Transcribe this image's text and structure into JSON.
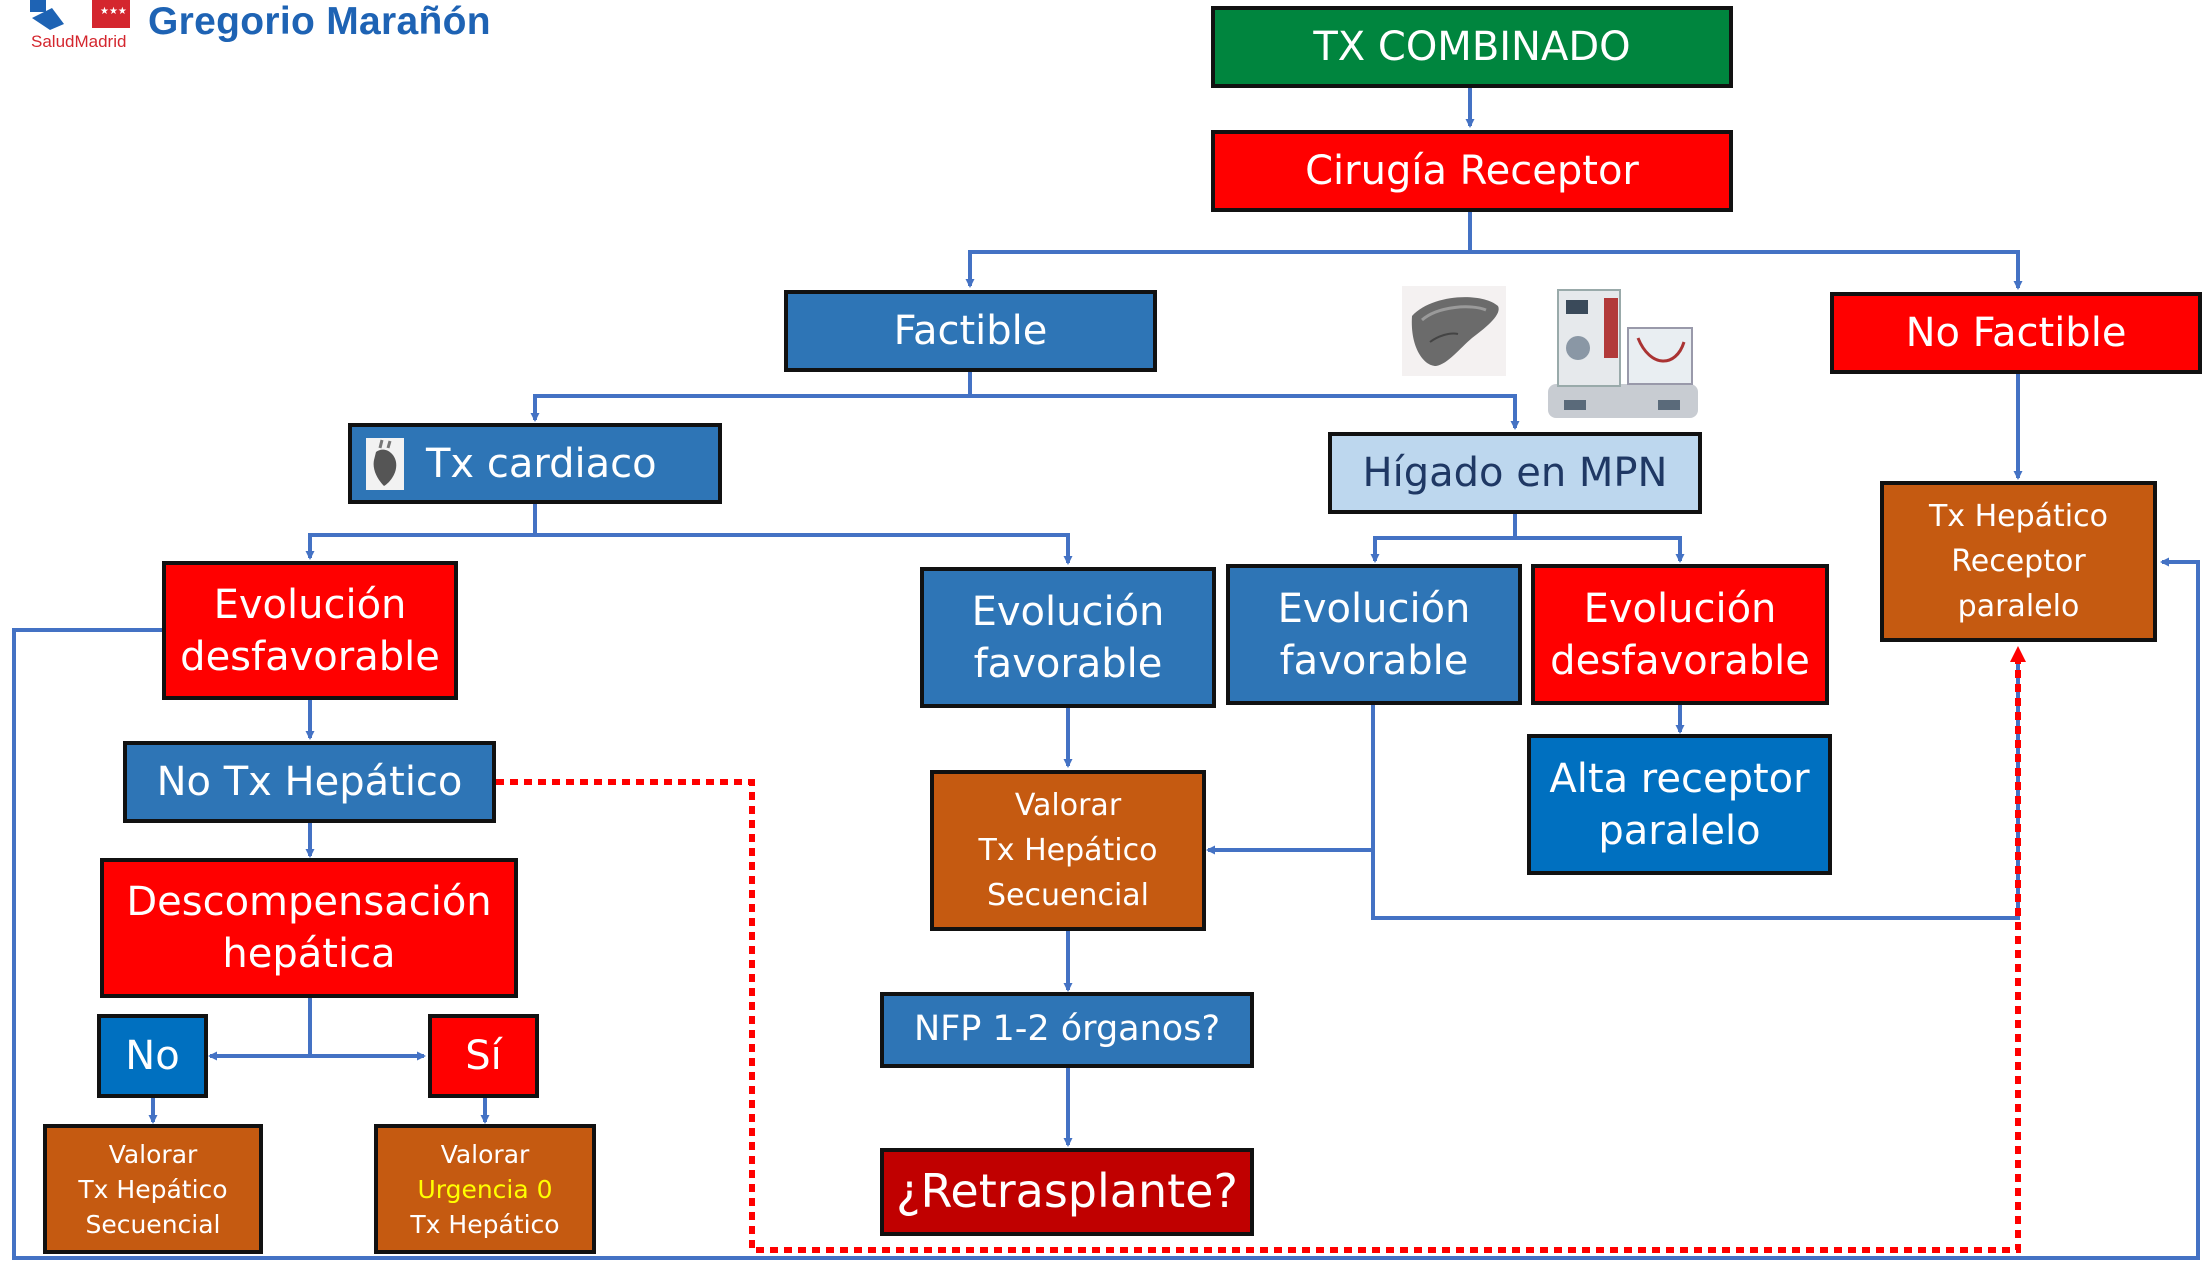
{
  "header": {
    "hospital_name": "Gregorio Marañón",
    "salud_label": "SaludMadrid"
  },
  "colors": {
    "green": "#00853e",
    "red": "#ff0000",
    "blue": "#2e75b6",
    "light_blue": "#bdd7ee",
    "bright_blue": "#0070c0",
    "orange": "#c55a11",
    "dark_red": "#c00000",
    "connector": "#4472c4",
    "dotted": "#ff0000",
    "highlight_text": "#ffff00"
  },
  "nodes": {
    "tx_combinado": "TX COMBINADO",
    "cirugia_receptor": "Cirugía Receptor",
    "factible": "Factible",
    "no_factible": "No Factible",
    "tx_cardiaco": "Tx cardiaco",
    "higado_mpn": "Hígado en MPN",
    "tx_hepatico_receptor_paralelo": "Tx Hepático\nReceptor\nparalelo",
    "evol_desfavorable_left": "Evolución\ndesfavorable",
    "evol_favorable_mid": "Evolución\nfavorable",
    "evol_favorable_mpn": "Evolución\nfavorable",
    "evol_desfavorable_mpn": "Evolución\ndesfavorable",
    "no_tx_hepatico": "No Tx Hepático",
    "alta_receptor_paralelo": "Alta receptor\nparalelo",
    "valorar_secuencial_mid": "Valorar\nTx Hepático\nSecuencial",
    "descompensacion": "Descompensación\nhepática",
    "nfp": "NFP 1-2 órganos?",
    "no": "No",
    "si": "Sí",
    "retrasplante": "¿Retrasplante?",
    "valorar_secuencial_left": "Valorar\nTx Hepático\nSecuencial",
    "valorar_urgencia_line1": "Valorar",
    "valorar_urgencia_line2": "Urgencia 0",
    "valorar_urgencia_line3": "Tx Hepático"
  },
  "icons": {
    "liver": "liver-icon",
    "perfusion_machine": "perfusion-machine-icon",
    "heart": "heart-icon"
  }
}
